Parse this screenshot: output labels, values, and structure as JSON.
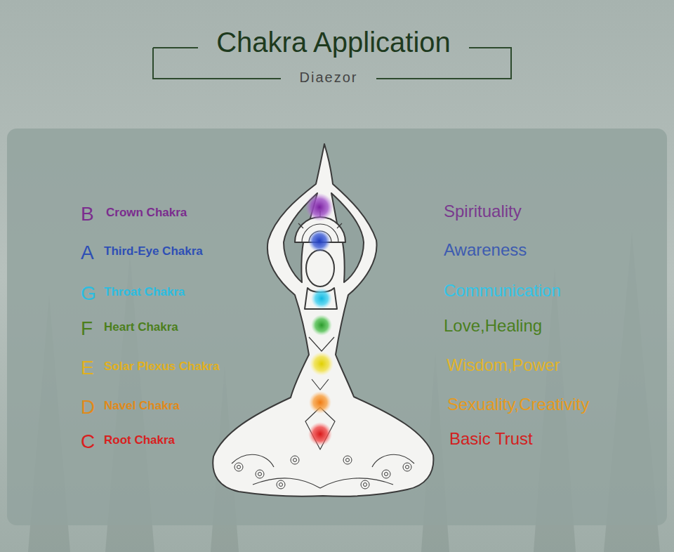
{
  "diagram": {
    "title": "Chakra Application",
    "labels": [
      "Diaezor",
      "B",
      "Crown Chakra",
      "Spirituality",
      "A",
      "Third-Eye Chakra",
      "Awareness",
      "G",
      "Throat Chakra",
      "Communication",
      "F",
      "Heart Chakra",
      "Love,Healing",
      "E",
      "Solar Plexus Chakra",
      "Wisdom,Power",
      "D",
      "Navel Chakra",
      "Sexuality,Creativity",
      "C",
      "Root Chakra",
      "Basic Trust"
    ]
  }
}
